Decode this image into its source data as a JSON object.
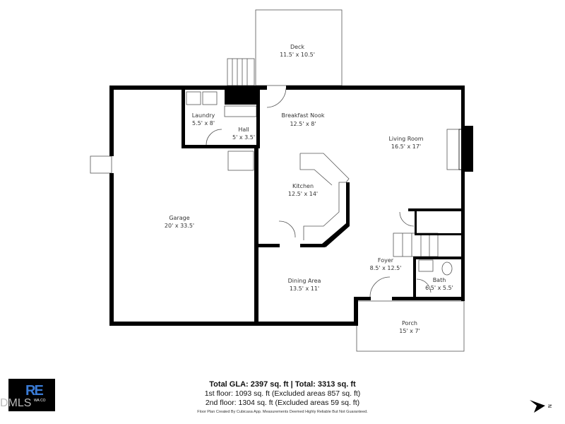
{
  "rooms": [
    {
      "name": "Deck",
      "size": "11.5' x 10.5'"
    },
    {
      "name": "Laundry",
      "size": "5.5' x 8'"
    },
    {
      "name": "Hall",
      "size": "5' x 3.5'"
    },
    {
      "name": "Breakfast Nook",
      "size": "12.5' x 8'"
    },
    {
      "name": "Living Room",
      "size": "16.5' x 17'"
    },
    {
      "name": "Kitchen",
      "size": "12.5' x 14'"
    },
    {
      "name": "Garage",
      "size": "20' x 33.5'"
    },
    {
      "name": "Foyer",
      "size": "8.5' x 12.5'"
    },
    {
      "name": "Dining Area",
      "size": "13.5' x 11'"
    },
    {
      "name": "Bath",
      "size": "6.5' x 5.5'"
    },
    {
      "name": "Porch",
      "size": "15' x 7'"
    }
  ],
  "summary": {
    "total": "Total GLA: 2397 sq. ft | Total: 3313 sq. ft",
    "first_floor": "1st floor: 1093 sq. ft (Excluded areas 857 sq. ft)",
    "second_floor": "2nd floor: 1304 sq. ft (Excluded areas 59 sq. ft)",
    "disclaimer": "Floor Plan Created By Cubicasa App. Measurements Deemed Highly Reliable But Not Guaranteed."
  },
  "logo": {
    "mark": "RE",
    "sub": "WA CO",
    "mls": "DMLS"
  },
  "north_label": "N",
  "colors": {
    "wall": "#000000",
    "logo_accent": "#3a7bd5"
  }
}
